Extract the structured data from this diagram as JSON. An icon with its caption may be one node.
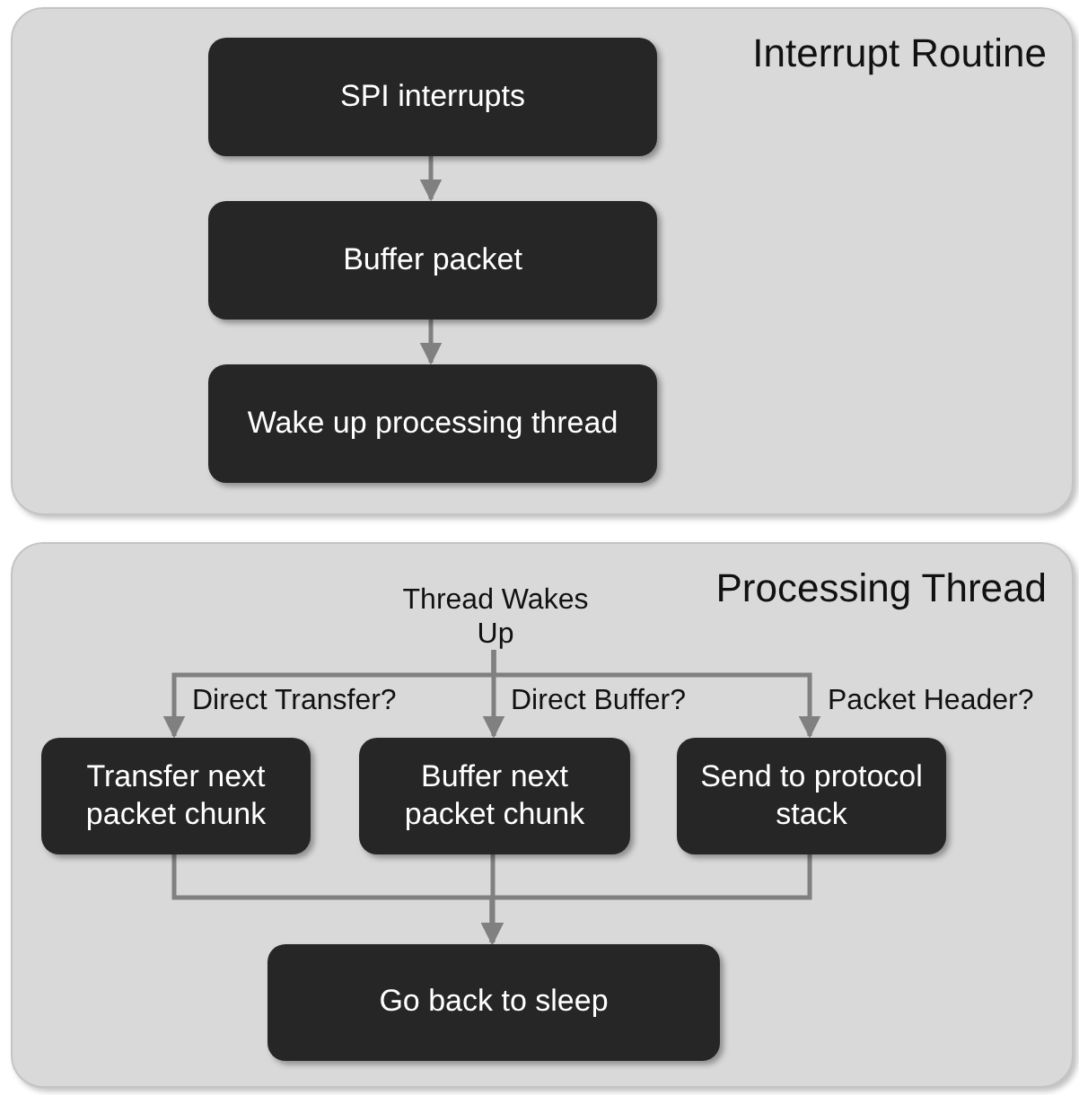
{
  "diagram": {
    "nodes": [
      {
        "text": [
          "Interrupt Routine"
        ]
      },
      {
        "text": [
          "SPI interrupts"
        ],
        "in": 0
      },
      {
        "text": [
          "Buffer packet"
        ],
        "in": 0
      },
      {
        "text": [
          "Wake up processing thread"
        ],
        "in": 0
      },
      {
        "text": [
          "Processing Thread"
        ]
      },
      {
        "text": [
          "Thread Wakes Up"
        ],
        "in": 4
      },
      {
        "text": [
          "Transfer next packet chunk"
        ],
        "in": 4
      },
      {
        "text": [
          "Buffer next packet chunk"
        ],
        "in": 4
      },
      {
        "text": [
          "Send to protocol stack"
        ],
        "in": 4
      },
      {
        "text": [
          "Go back to sleep"
        ],
        "in": 4
      }
    ],
    "edges": [
      {
        "from": 1,
        "to": 2,
        "arrow": "to"
      },
      {
        "from": 2,
        "to": 3,
        "arrow": "to"
      },
      {
        "from": 5,
        "to": 6,
        "arrow": "to",
        "label": "Direct Transfer?"
      },
      {
        "from": 5,
        "to": 7,
        "arrow": "to",
        "label": "Direct Buffer?"
      },
      {
        "from": 5,
        "to": 8,
        "arrow": "to",
        "label": "Packet Header?"
      },
      {
        "from": 6,
        "to": 9,
        "arrow": "to"
      },
      {
        "from": 7,
        "to": 9,
        "arrow": "to"
      },
      {
        "from": 8,
        "to": 9,
        "arrow": "to"
      }
    ]
  }
}
